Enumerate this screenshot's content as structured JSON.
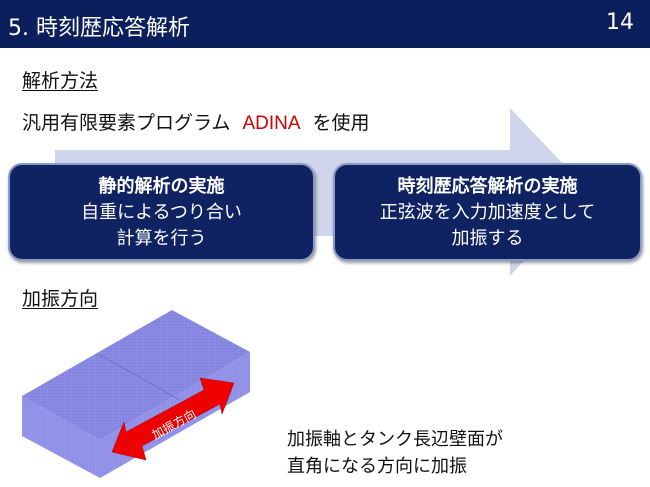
{
  "header": {
    "title": "5. 時刻歴応答解析",
    "page_number": "14"
  },
  "method": {
    "heading": "解析方法",
    "text_before": "汎用有限要素プログラム",
    "program": "ADINA",
    "text_after": "を使用"
  },
  "steps": [
    {
      "title": "静的解析の実施",
      "lines": [
        "自重によるつり合い",
        "計算を行う"
      ]
    },
    {
      "title": "時刻歴応答解析の実施",
      "lines": [
        "正弦波を入力加速度として",
        "加振する"
      ]
    }
  ],
  "excitation": {
    "heading": "加振方向",
    "arrow_label": "加振方向",
    "note": [
      "加振軸とタンク長辺壁面が",
      "直角になる方向に加振"
    ]
  },
  "colors": {
    "header": "#0b1f5c",
    "box": "#0f2262",
    "accent": "#d20000",
    "model": "#8c8ce6"
  }
}
